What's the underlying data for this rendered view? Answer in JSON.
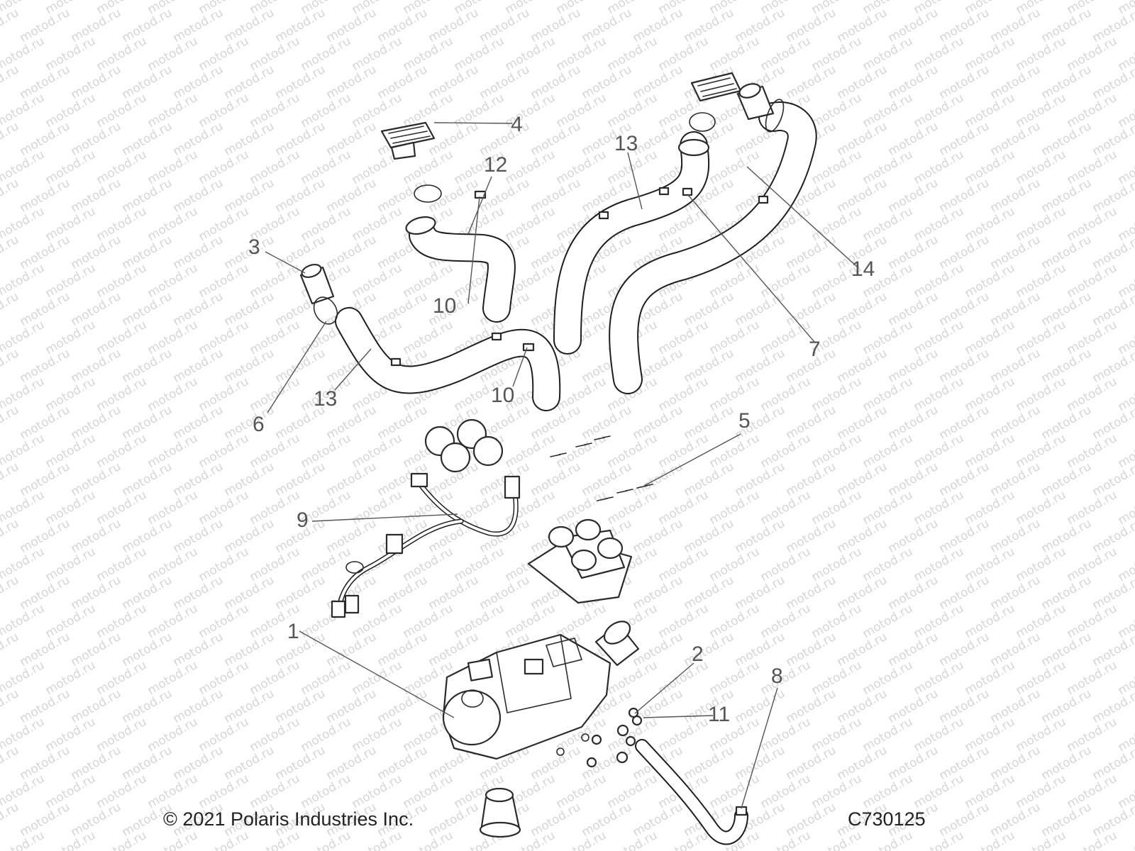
{
  "watermark": "motod.ru",
  "callouts": {
    "c1": "1",
    "c2": "2",
    "c3": "3",
    "c4": "4",
    "c5": "5",
    "c6": "6",
    "c7": "7",
    "c8": "8",
    "c9": "9",
    "c10a": "10",
    "c10b": "10",
    "c11": "11",
    "c12": "12",
    "c13a": "13",
    "c13b": "13",
    "c14": "14"
  },
  "footer": {
    "copyright": "© 2021 Polaris Industries Inc.",
    "code": "C730125"
  }
}
